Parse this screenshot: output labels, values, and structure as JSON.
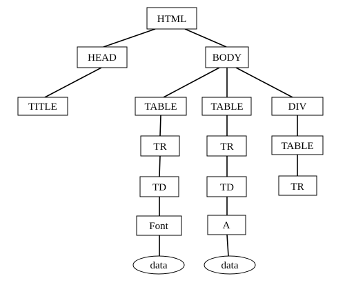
{
  "diagram": {
    "nodes": {
      "html": "HTML",
      "head": "HEAD",
      "body": "BODY",
      "title": "TITLE",
      "table1": "TABLE",
      "table2": "TABLE",
      "div": "DIV",
      "tr1": "TR",
      "tr2": "TR",
      "table3": "TABLE",
      "td1": "TD",
      "td2": "TD",
      "tr3": "TR",
      "font": "Font",
      "a": "A",
      "data1": "data",
      "data2": "data"
    }
  }
}
